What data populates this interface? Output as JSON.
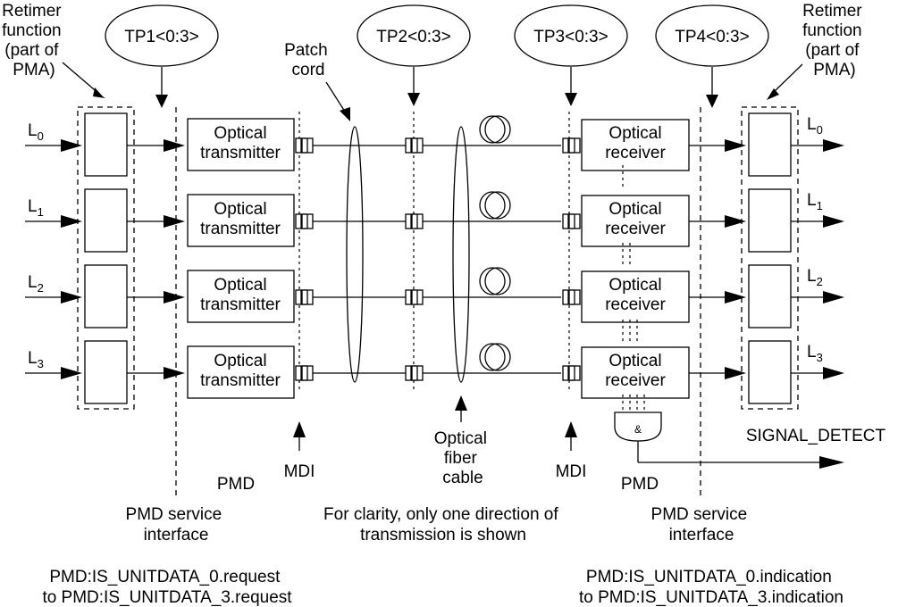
{
  "labels": {
    "retimer_left": [
      "Retimer",
      "function",
      "(part of",
      "PMA)"
    ],
    "retimer_right": [
      "Retimer",
      "function",
      "(part of",
      "PMA)"
    ],
    "tp1": "TP1<0:3>",
    "tp2": "TP2<0:3>",
    "tp3": "TP3<0:3>",
    "tp4": "TP4<0:3>",
    "patch_cord": [
      "Patch",
      "cord"
    ],
    "optical_fiber_cable": [
      "Optical",
      "fiber",
      "cable"
    ],
    "mdi_left": "MDI",
    "mdi_right": "MDI",
    "pmd_left": "PMD",
    "pmd_right": "PMD",
    "signal_detect": "SIGNAL_DETECT",
    "service_interface_left": [
      "PMD service",
      "interface"
    ],
    "service_interface_right": [
      "PMD service",
      "interface"
    ],
    "clarity_note": [
      "For clarity, only one direction of",
      "transmission is shown"
    ],
    "request_text": [
      "PMD:IS_UNITDATA_0.request",
      "to PMD:IS_UNITDATA_3.request"
    ],
    "indication_text": [
      "PMD:IS_UNITDATA_0.indication",
      "to PMD:IS_UNITDATA_3.indication"
    ],
    "and_gate_symbol": "&"
  },
  "lanes": [
    {
      "lane": "L",
      "sub": "0",
      "transmitter": [
        "Optical",
        "transmitter"
      ],
      "receiver": [
        "Optical",
        "receiver"
      ]
    },
    {
      "lane": "L",
      "sub": "1",
      "transmitter": [
        "Optical",
        "transmitter"
      ],
      "receiver": [
        "Optical",
        "receiver"
      ]
    },
    {
      "lane": "L",
      "sub": "2",
      "transmitter": [
        "Optical",
        "transmitter"
      ],
      "receiver": [
        "Optical",
        "receiver"
      ]
    },
    {
      "lane": "L",
      "sub": "3",
      "transmitter": [
        "Optical",
        "transmitter"
      ],
      "receiver": [
        "Optical",
        "receiver"
      ]
    }
  ]
}
